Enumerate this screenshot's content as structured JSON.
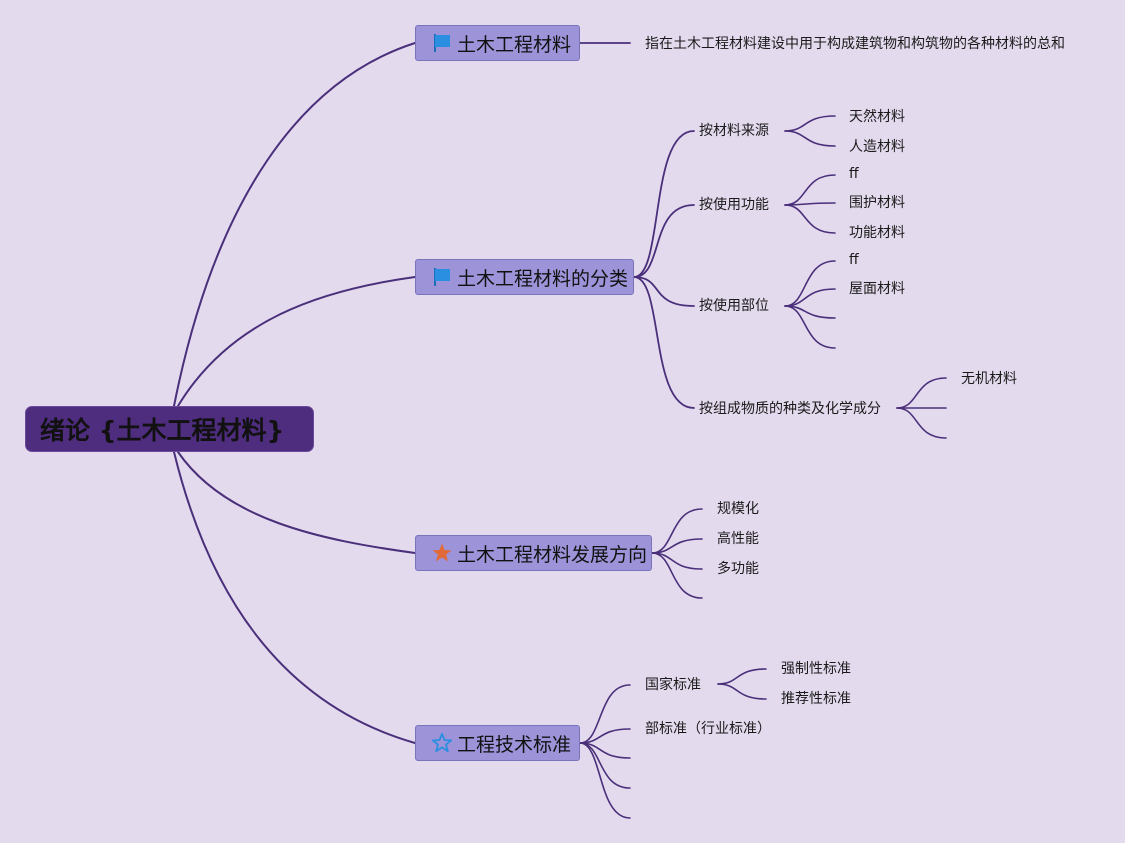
{
  "root": {
    "label": "绪论 {土木工程材料}"
  },
  "topics": [
    {
      "label": "土木工程材料",
      "icon": "blue-flag-icon",
      "note": "指在土木工程材料建设中用于构成建筑物和构筑物的各种材料的总和"
    },
    {
      "label": "土木工程材料的分类",
      "icon": "blue-flag-icon",
      "subtopics": [
        {
          "label": "按材料来源",
          "leaves": [
            "天然材料",
            "人造材料"
          ]
        },
        {
          "label": "按使用功能",
          "leaves": [
            "ff",
            "围护材料",
            "功能材料"
          ]
        },
        {
          "label": "按使用部位",
          "leaves": [
            "ff",
            "屋面材料",
            "",
            ""
          ]
        },
        {
          "label": "按组成物质的种类及化学成分",
          "leaves": [
            "无机材料",
            "",
            ""
          ]
        }
      ]
    },
    {
      "label": "土木工程材料发展方向",
      "icon": "orange-star-icon",
      "leaves": [
        "规模化",
        "高性能",
        "多功能",
        ""
      ]
    },
    {
      "label": "工程技术标准",
      "icon": "blue-outline-star-icon",
      "subtopics": [
        {
          "label": "国家标准",
          "leaves": [
            "强制性标准",
            "推荐性标准"
          ]
        },
        {
          "label": "部标准（行业标准）",
          "leaves": []
        },
        {
          "label": "",
          "leaves": []
        },
        {
          "label": "",
          "leaves": []
        },
        {
          "label": "",
          "leaves": []
        }
      ]
    }
  ],
  "colors": {
    "background": "#e4daee",
    "root_fill": "#4e2c7e",
    "topic_fill": "#9c93d9",
    "line": "#4a2f7a",
    "flag": "#2a8fe0",
    "star": "#e06a3a"
  }
}
